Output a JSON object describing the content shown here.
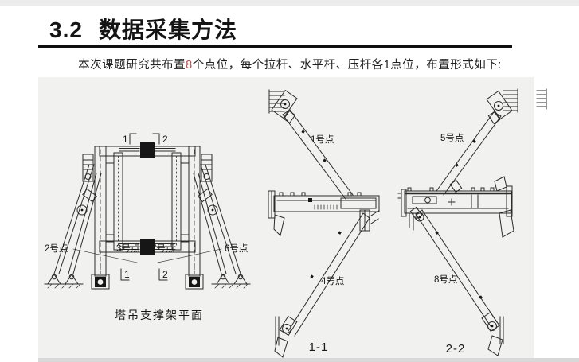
{
  "page": {
    "section_number": "3.2",
    "title": "数据采集方法",
    "body": {
      "prefix": "本次课题研究共布置",
      "highlight": "8",
      "suffix": "个点位，每个拉杆、水平杆、压杆各1点位，布置形式如下:"
    }
  },
  "plan_diagram": {
    "caption": "塔吊支撑架平面",
    "point_labels": {
      "p2": "2号点",
      "p3": "3号点",
      "p7": "7号点",
      "p6": "6号点"
    },
    "section_marks": {
      "top1": "1",
      "top2": "2",
      "bottom1": "1",
      "bottom2": "2"
    }
  },
  "section_1_1": {
    "caption": "1-1",
    "point_labels": {
      "p1": "1号点",
      "p4": "4号点"
    }
  },
  "section_2_2": {
    "caption": "2-2",
    "point_labels": {
      "p5": "5号点",
      "p8": "8号点"
    }
  },
  "colors": {
    "highlight": "#c0504d",
    "line": "#2b2b2b",
    "panel_bg": "#f1f1ef",
    "footer_strip": "#d8d8d8"
  }
}
